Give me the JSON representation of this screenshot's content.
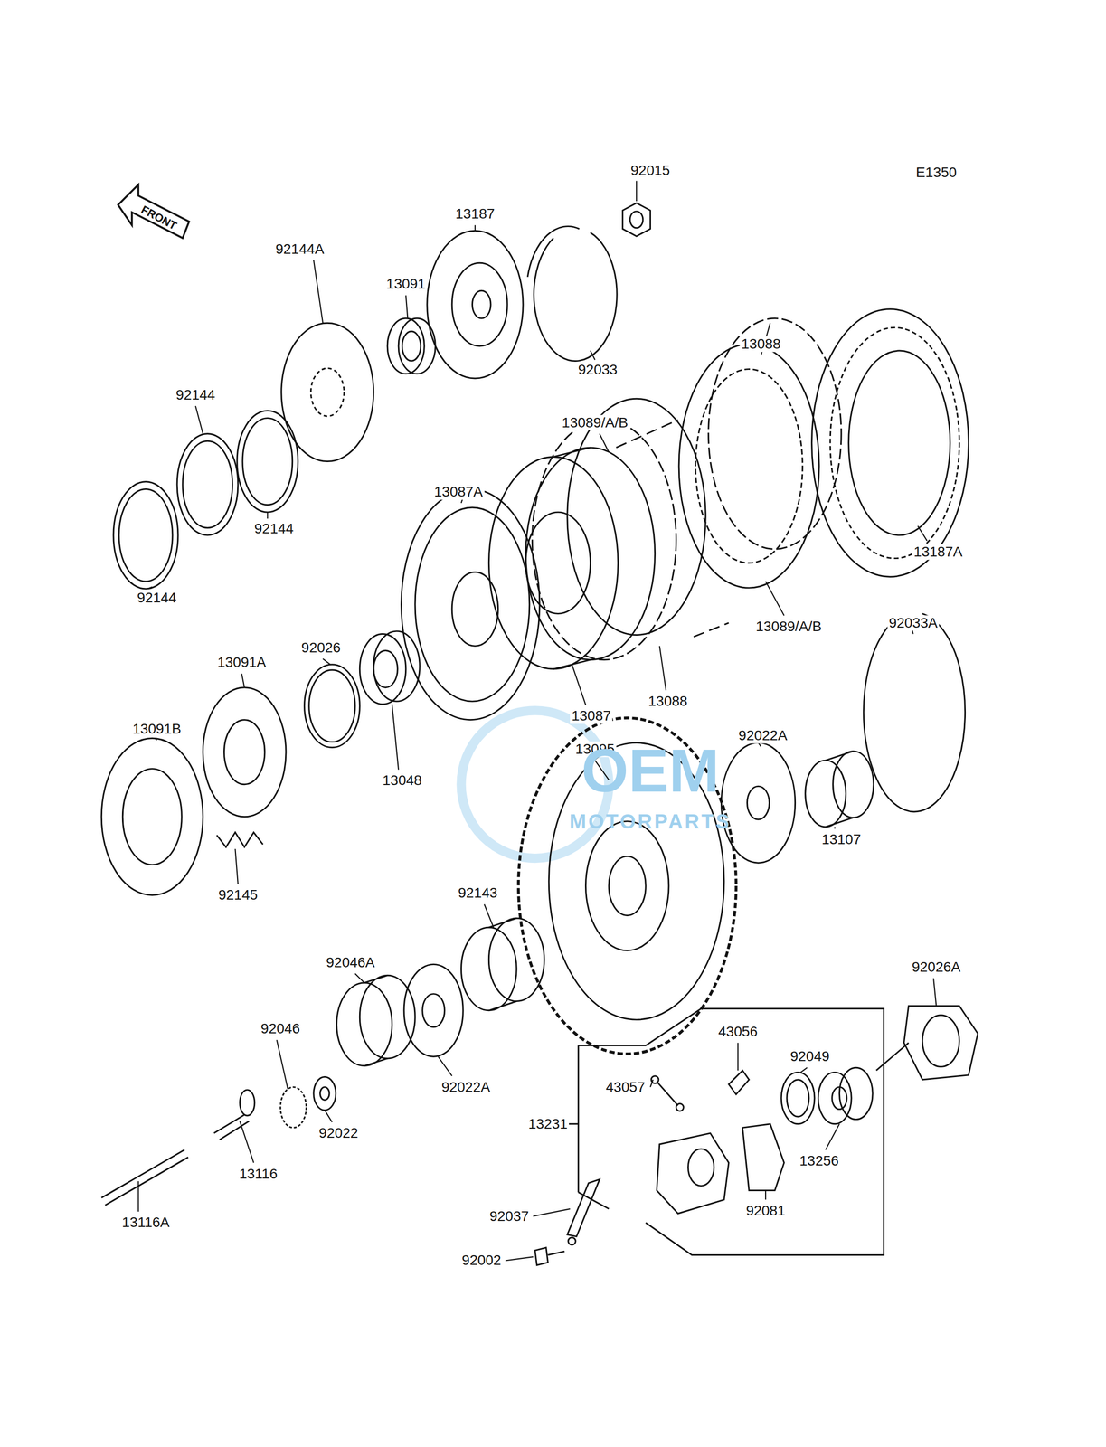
{
  "diagram": {
    "labels": [
      "E1350",
      "FRONT",
      "92015",
      "13187",
      "92144A",
      "13091",
      "92033",
      "13088",
      "92144",
      "92144",
      "92144",
      "13089/A/B",
      "13087A",
      "13187A",
      "13089/A/B",
      "92033A",
      "92026",
      "13091A",
      "13087",
      "13088",
      "13095",
      "92022A",
      "13091B",
      "13048",
      "13107",
      "92145",
      "92143",
      "92026A",
      "92046A",
      "43056",
      "92046",
      "92049",
      "43057",
      "92022A",
      "13231",
      "92022",
      "13256",
      "13116",
      "92081",
      "92037",
      "13116A",
      "92002",
      "OEM",
      "MOTORPARTS"
    ]
  }
}
